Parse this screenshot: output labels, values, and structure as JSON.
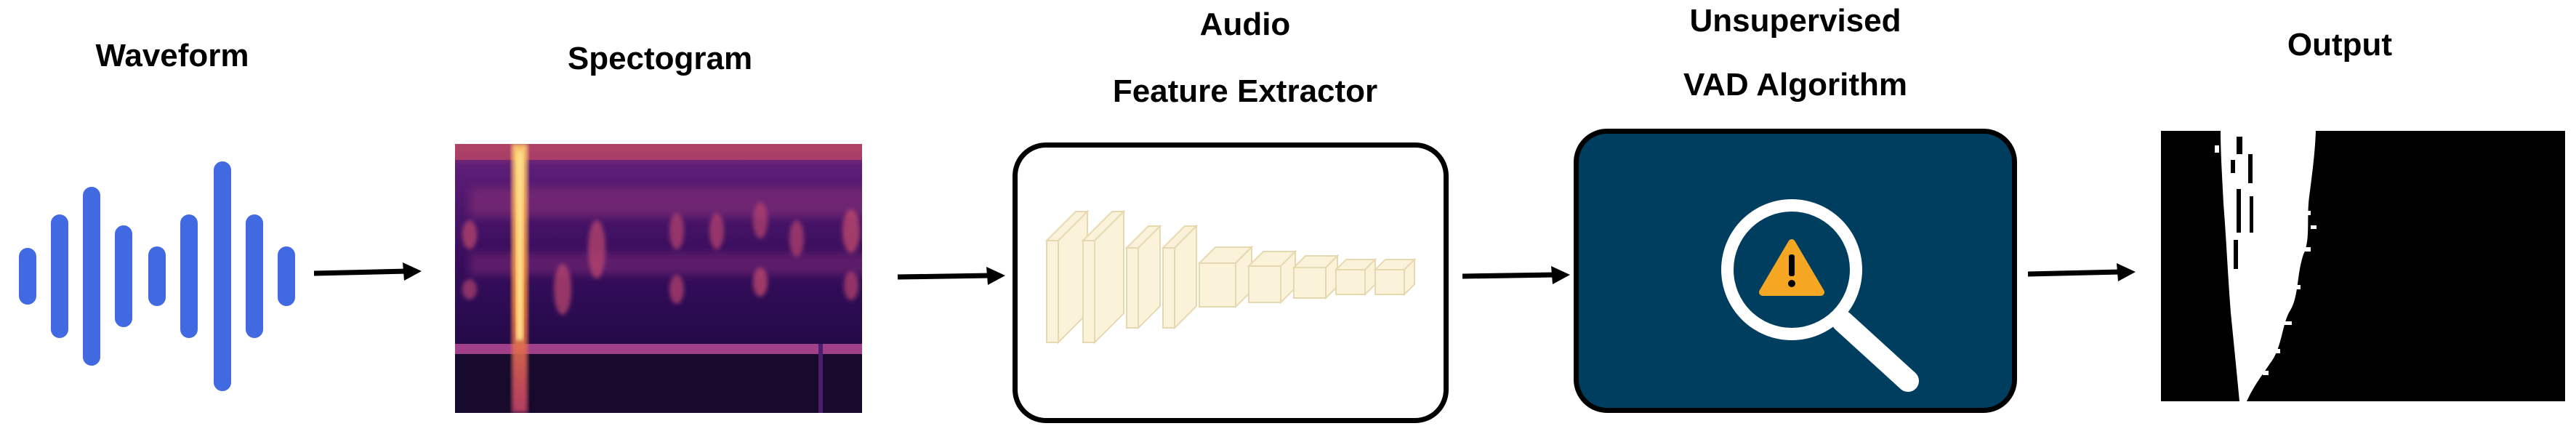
{
  "stages": {
    "waveform": {
      "title": "Waveform"
    },
    "spectrogram": {
      "title": "Spectogram"
    },
    "feature_extractor": {
      "title_line1": "Audio",
      "title_line2": "Feature Extractor"
    },
    "vad": {
      "title_line1": "Unsupervised",
      "title_line2": "VAD Algorithm"
    },
    "output": {
      "title": "Output"
    }
  },
  "colors": {
    "waveform_bars": "#4169e1",
    "vad_box": "#003e5f",
    "warning_triangle": "#f5a623",
    "feature_layers": "#fbf3d9",
    "arrow": "#000000"
  },
  "icons": {
    "vad": "magnifying-glass-with-warning-icon",
    "output": "voice-activity-mask"
  }
}
